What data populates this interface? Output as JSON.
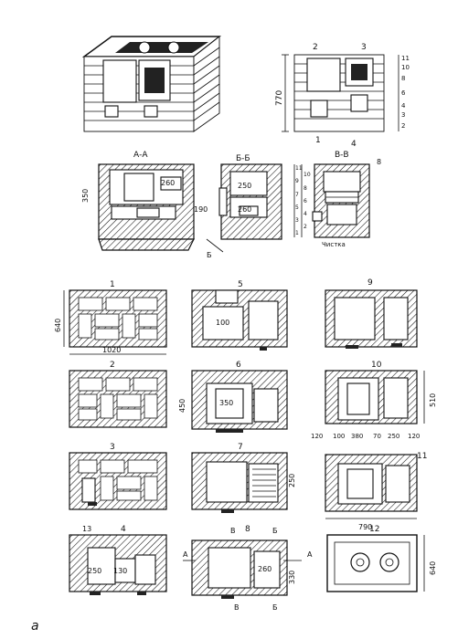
{
  "sections": {
    "aa": "А-А",
    "bb": "Б-Б",
    "vv": "В-В"
  },
  "front_view": {
    "callouts": [
      "2",
      "3",
      "1",
      "4"
    ],
    "height_label": "770",
    "right_scale": [
      "11",
      "10",
      "8",
      "6",
      "4",
      "3",
      "2"
    ]
  },
  "section_dims": {
    "aa": [
      "350",
      "260",
      "190"
    ],
    "aa_mark": "Б",
    "bb": [
      "250",
      "260"
    ],
    "vv_rows": [
      "11",
      "10",
      "9",
      "8",
      "7",
      "6",
      "5",
      "4",
      "3",
      "2",
      "1"
    ],
    "vv_top_mark": "8",
    "vv_note": "Чистка"
  },
  "rows": [
    {
      "number": "1",
      "dims": [
        "640",
        "1020"
      ]
    },
    {
      "number": "2",
      "dims": []
    },
    {
      "number": "3",
      "dims": []
    },
    {
      "number": "4",
      "dims": [
        "13",
        "250",
        "130"
      ]
    },
    {
      "number": "5",
      "dims": [
        "100"
      ]
    },
    {
      "number": "6",
      "dims": [
        "450",
        "350"
      ]
    },
    {
      "number": "7",
      "dims": [
        "250"
      ]
    },
    {
      "number": "8",
      "dims": [
        "А",
        "В",
        "Б",
        "330",
        "260",
        "А",
        "В",
        "Б"
      ]
    },
    {
      "number": "9",
      "dims": []
    },
    {
      "number": "10",
      "dims": [
        "510",
        "120",
        "100",
        "380",
        "70",
        "250",
        "120"
      ]
    },
    {
      "number": "11",
      "dims": [
        "790"
      ]
    },
    {
      "number": "12",
      "dims": [
        "640"
      ]
    }
  ],
  "figure_label": "а"
}
